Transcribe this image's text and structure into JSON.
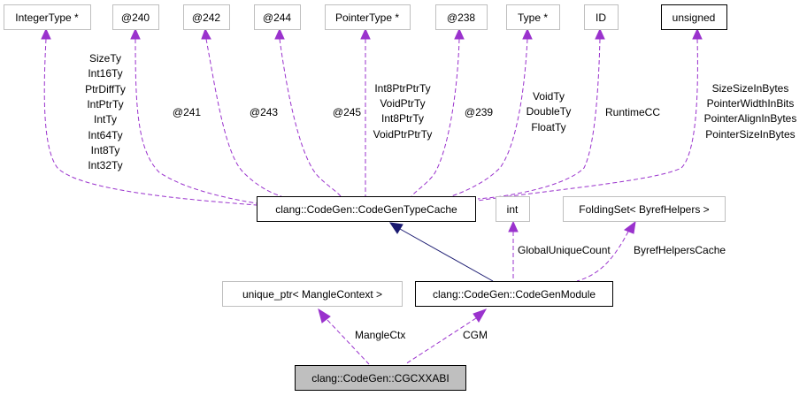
{
  "diagram": {
    "nodes": {
      "integer_type": "IntegerType *",
      "anon_240": "@240",
      "anon_242": "@242",
      "anon_244": "@244",
      "pointer_type": "PointerType *",
      "anon_238": "@238",
      "type_ptr": "Type *",
      "id": "ID",
      "unsigned": "unsigned",
      "type_cache": "clang::CodeGen::CodeGenTypeCache",
      "int": "int",
      "folding_set": "FoldingSet< ByrefHelpers >",
      "unique_ptr": "unique_ptr< MangleContext >",
      "code_gen_module": "clang::CodeGen::CodeGenModule",
      "cgcxxabi": "clang::CodeGen::CGCXXABI"
    },
    "edge_labels": {
      "integer_type": [
        "SizeTy",
        "Int16Ty",
        "PtrDiffTy",
        "IntPtrTy",
        "IntTy",
        "Int64Ty",
        "Int8Ty",
        "Int32Ty"
      ],
      "anon_240": [
        "@241"
      ],
      "anon_242": [
        "@243"
      ],
      "anon_244": [
        "@245"
      ],
      "pointer_type": [
        "Int8PtrPtrTy",
        "VoidPtrTy",
        "Int8PtrTy",
        "VoidPtrPtrTy"
      ],
      "anon_238": [
        "@239"
      ],
      "type_ptr": [
        "VoidTy",
        "DoubleTy",
        "FloatTy"
      ],
      "id": [
        "RuntimeCC"
      ],
      "unsigned": [
        "SizeSizeInBytes",
        "PointerWidthInBits",
        "PointerAlignInBytes",
        "PointerSizeInBytes"
      ],
      "int": [
        "GlobalUniqueCount"
      ],
      "folding_set": [
        "ByrefHelpersCache"
      ],
      "unique_ptr": [
        "MangleCtx"
      ],
      "code_gen_module": [
        "CGM"
      ]
    }
  },
  "colors": {
    "usage_edge": "#9a32cd",
    "inheritance_edge": "#191970",
    "focus_fill": "#bfbfbf",
    "external_border": "#bfbfbf"
  }
}
